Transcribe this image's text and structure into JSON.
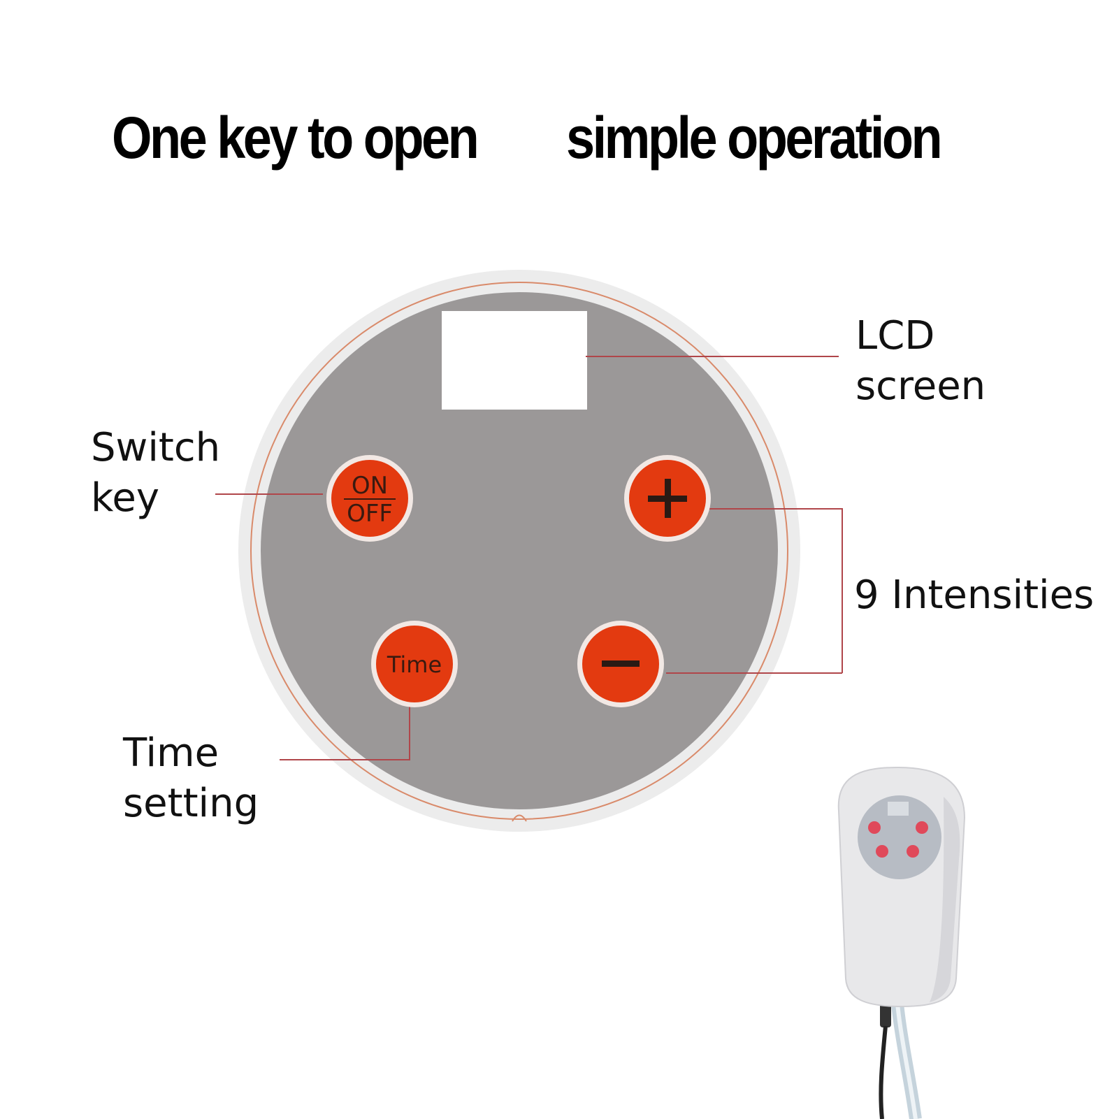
{
  "headline": {
    "left": "One key to open",
    "right": "simple operation"
  },
  "callouts": {
    "lcd": [
      "LCD",
      "screen"
    ],
    "switch": [
      "Switch",
      "key"
    ],
    "intensities": "9 Intensities",
    "time": [
      "Time",
      "setting"
    ]
  },
  "buttons": {
    "on": "ON",
    "off": "OFF",
    "time": "Time",
    "plus": "+",
    "minus": "−"
  },
  "colors": {
    "panel": "#9b9898",
    "rim": "#ececec",
    "button": "#e33a10",
    "leader": "#b0464a",
    "lcd": "#ffffff"
  }
}
